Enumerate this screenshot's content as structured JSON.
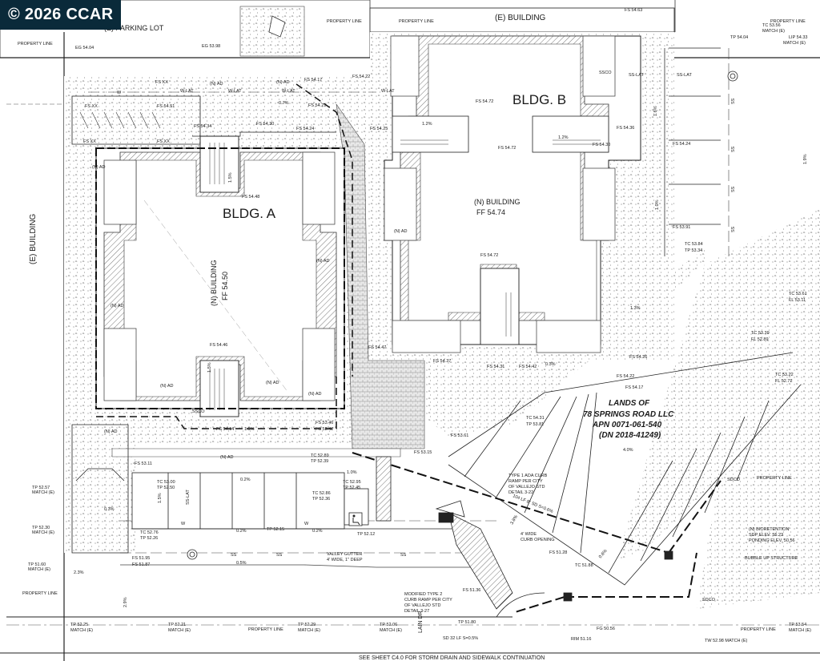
{
  "watermark": "© 2026 CCAR",
  "labels": {
    "parking_lot": "(E) PARKING LOT",
    "e_building_top": "(E) BUILDING",
    "e_building_left": "(E) BUILDING",
    "bldg_a": "BLDG. A",
    "bldg_a_building": "(N) BUILDING",
    "bldg_a_ff": "FF 54.50",
    "bldg_b": "BLDG. B",
    "bldg_b_building": "(N) BUILDING",
    "bldg_b_ff": "FF 54.74",
    "lands_1": "LANDS OF",
    "lands_2": "78 SPRINGS ROAD LLC",
    "lands_3": "APN 0071-061-540",
    "lands_4": "(DN 2018-41249)",
    "valley_gutter_1": "VALLEY GUTTER",
    "valley_gutter_2": "4' WIDE, 1\" DEEP",
    "footer_note": "SEE SHEET C4.0 FOR STORM DRAIN AND SIDEWALK CONTINUATION",
    "street": "LAIN DR",
    "ada_1": "TYPE 1 ADA CURB",
    "ada_2": "RAMP PER CITY",
    "ada_3": "OF VALLEJO STD",
    "ada_4": "DETAIL 3-22",
    "mod_1": "MODIFIED TYPE 2",
    "mod_2": "CURB RAMP PER CITY",
    "mod_3": "OF VALLEJO STD",
    "mod_4": "DETAIL 3-27",
    "curb_1": "4' WIDE",
    "curb_2": "CURB OPENING",
    "bio_1": "(N) BIORETENTION",
    "bio_2": "SDP ELEV. 55.23",
    "bio_3": "PONDING ELEV. 50.56",
    "bubble": "BUBBLE UP STRUCTURE",
    "pipe": "104 LF 8\" SD S=0.6%",
    "pipe_b": "SD 32 LF S=0.5%",
    "prop_line": "PROPERTY LINE",
    "match": "MATCH (E)",
    "lat_ss": "SS-LAT",
    "lat_w": "W-LAT",
    "ss": "SS",
    "w": "W",
    "nad": "(N) AD",
    "sdco": "SDCO",
    "ssco": "SSCO"
  },
  "spot_elevations": {
    "fs_5451": "FS 54.51",
    "fs_5434": "FS 54.34",
    "fs_5430": "FS 54.30",
    "fs_5424": "FS 54.24",
    "fs_5422": "FS 54.22",
    "fs_5417": "FS 54.17",
    "fs_5421": "FS 54.21",
    "fs_5425": "FS 54.25",
    "fs_5448": "FS 54.48",
    "fs_5446": "FS 54.46",
    "fs_5463": "FS 54.63",
    "fs_5472": "FS 54.72",
    "fs_5436": "FS 54.36",
    "fs_5430b": "FS 54.30",
    "fs_5424b": "FS 54.24",
    "fs_5391": "FS 53.91",
    "fs_5447": "FS 54.47",
    "fs_5437": "FS 54.37",
    "fs_5431": "FS 54.31",
    "fs_5442": "FS 54.42",
    "fs_5426": "FS 54.26",
    "fs_5422b": "FS 54.22",
    "fs_5417b": "FS 54.17",
    "fs_5414": "FS 54.14",
    "fs_5346": "FS 53.46",
    "fs_5342": "FS 53.42",
    "fs_5311": "FS 53.11",
    "fs_5315": "FS 53.15",
    "fs_5361": "FS 53.61",
    "fs_5195": "FS 51.95",
    "fs_5187": "FS 51.87",
    "fs_5128": "FS 51.28",
    "fs_5136": "FS 51.36",
    "fs_xx": "FS XX",
    "tc_5356": "TC 53.56",
    "tp_5404": "TP 54.04",
    "lip_5433": "LIP 54.33",
    "tc_5384": "TC 53.84",
    "tp_5334": "TP 53.34",
    "tc_5361": "TC 53.61",
    "fl_5311": "FL 53.11",
    "tc_5339": "TC 53.39",
    "fl_5289": "FL 52.89",
    "tc_5322": "TC 53.22",
    "fl_5272": "FL 52.72",
    "tc_5431": "TC 54.31",
    "tp_5381": "TP 53.81",
    "tc_5289": "TC 52.89",
    "tp_5239": "TP 52.39",
    "tc_5300": "TC 53.00",
    "tp_5250": "TP 52.50",
    "tc_5295": "TC 52.95",
    "tp_5245": "TP 52.45",
    "tc_5286": "TC 52.86",
    "tp_5236": "TP 52.36",
    "tp_5215": "TP 52.15",
    "tp_5212": "TP 52.12",
    "tc_5276": "TC 52.76",
    "tp_5226": "TP 52.26",
    "tp_5257": "TP 52.57",
    "tp_5230": "TP 52.30",
    "tp_5160": "TP 51.60",
    "tp_5225": "TP 52.25",
    "tp_5221": "TP 52.21",
    "tp_5229": "TP 52.29",
    "tp_5206": "TP 52.06",
    "tp_5180": "TP 51.80",
    "tc_5188": "TC 51.88",
    "fg_5056": "FG 50.56",
    "rim_5116": "RIM 51.16",
    "tw_5298": "TW 52.98 MATCH (E)",
    "tp_5354": "TP 53.54",
    "eg_5404": "EG 54.04",
    "eg_5398": "EG 53.98"
  },
  "slopes": {
    "s12": "1.2%",
    "s15": "1.5%",
    "s10": "1.0%",
    "s03": "0.3%",
    "s02": "0.2%",
    "s05": "0.5%",
    "s07": "0.7%",
    "s13": "1.3%",
    "s16": "1.6%",
    "s19": "1.9%",
    "s23": "2.3%",
    "s29": "2.9%",
    "s40": "4.0%",
    "s38": "3.8%",
    "s06": "0.6%"
  }
}
